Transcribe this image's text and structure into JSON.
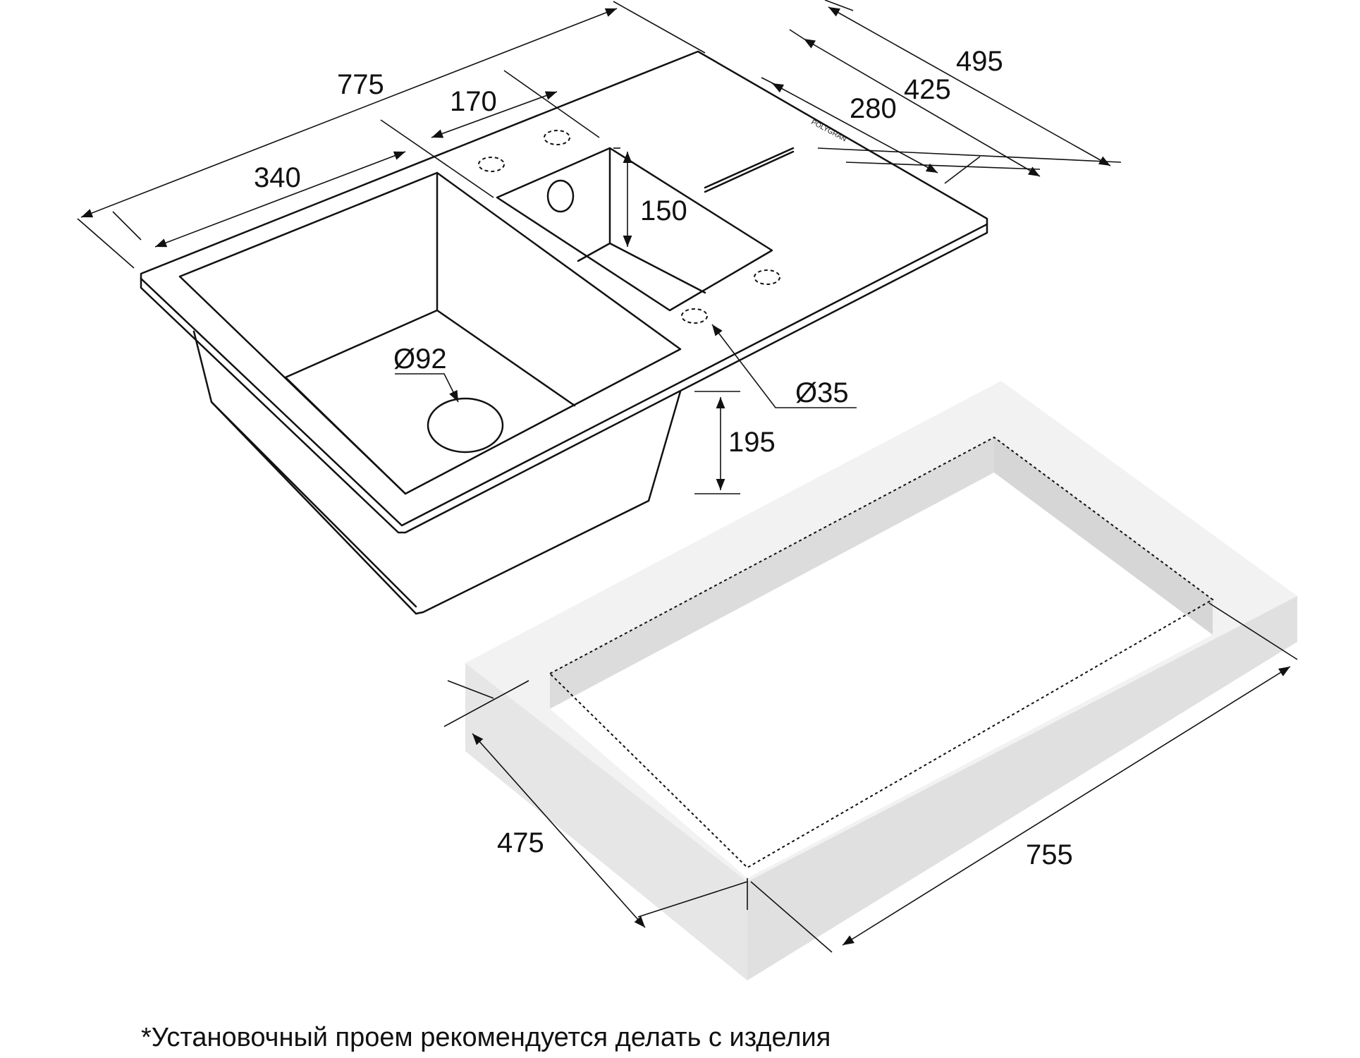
{
  "diagram": {
    "dimensions": {
      "overall_length": "775",
      "bowl_length": "340",
      "small_bowl_length": "170",
      "overall_depth": "495",
      "depth_425": "425",
      "depth_280": "280",
      "small_bowl_depth": "150",
      "bowl_height": "195",
      "drain_diameter": "Ø92",
      "tap_hole_diameter": "Ø35",
      "cutout_depth": "475",
      "cutout_length": "755"
    },
    "brand_mark": "POLYGRAN",
    "colors": {
      "line": "#111111",
      "countertop": "#e9e9e9"
    }
  },
  "footnote": "*Установочный проем рекомендуется делать с изделия"
}
